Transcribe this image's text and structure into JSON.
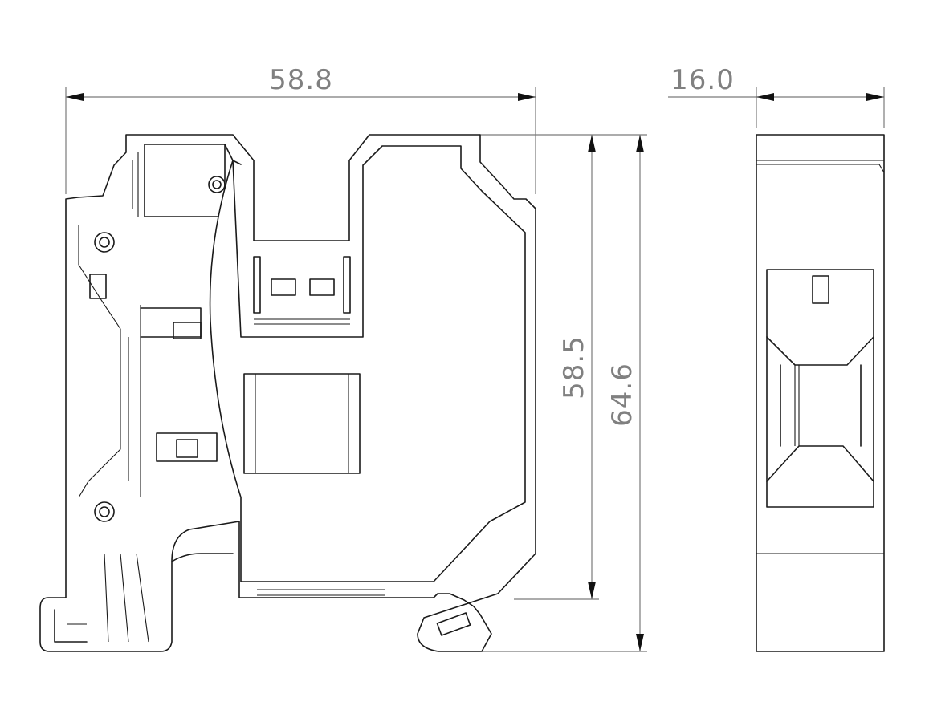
{
  "dimensions": {
    "overall_width": "58.8",
    "body_depth": "16.0",
    "height_to_base": "58.5",
    "overall_height": "64.6"
  },
  "colors": {
    "dimension_text": "#808080",
    "outline": "#1a1a1a",
    "background": "#ffffff"
  }
}
